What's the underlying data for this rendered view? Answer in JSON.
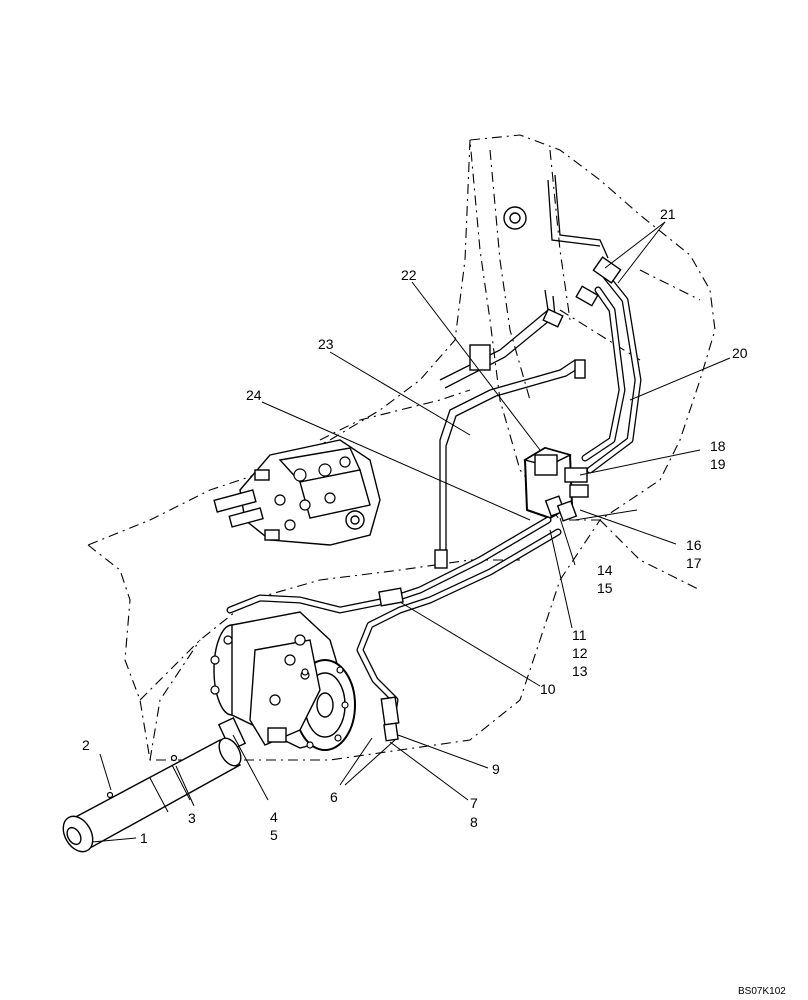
{
  "callouts": {
    "c1": "1",
    "c2": "2",
    "c3": "3",
    "c4": "4",
    "c5": "5",
    "c6": "6",
    "c7": "7",
    "c8": "8",
    "c9": "9",
    "c10": "10",
    "c11": "11",
    "c12": "12",
    "c13": "13",
    "c14": "14",
    "c15": "15",
    "c16": "16",
    "c17": "17",
    "c18": "18",
    "c19": "19",
    "c20": "20",
    "c21": "21",
    "c22": "22",
    "c23": "23",
    "c24": "24"
  },
  "drawing_ref": "BS07K102"
}
